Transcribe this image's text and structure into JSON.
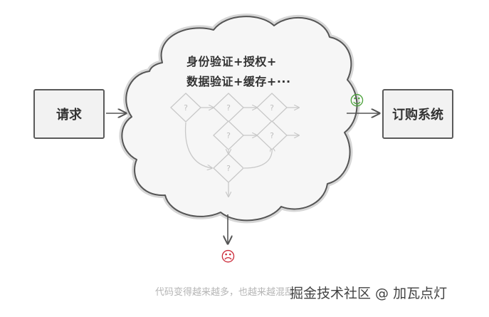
{
  "nodes": {
    "request": "请求",
    "order_system": "订购系统"
  },
  "cloud": {
    "line1": "身份验证+授权+",
    "line2": "数据验证+缓存+···"
  },
  "flow": {
    "decision_label": "?"
  },
  "faces": {
    "happy": "☺",
    "sad": "☹",
    "happy_color": "#4ca23b",
    "sad_color": "#cc2b3a"
  },
  "caption": "代码变得越来越多，也越来越混乱",
  "watermark": "掘金技术社区 @ 加瓦点灯"
}
